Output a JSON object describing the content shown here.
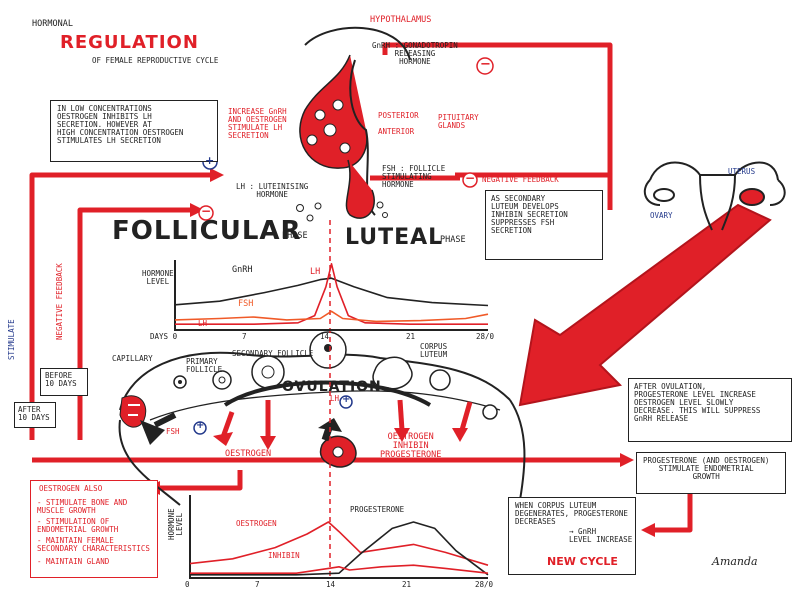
{
  "title": {
    "line1": "HORMONAL",
    "line2": "REGULATION",
    "line3": "OF FEMALE REPRODUCTIVE CYCLE"
  },
  "brain": {
    "hypothalamus": "HYPOTHALAMUS",
    "gnrh": "GnRH : GONADOTROPIN\nRELEASING\nHORMONE",
    "posterior": "POSTERIOR",
    "anterior": "ANTERIOR",
    "pituitary": "PITUITARY\nGLANDS",
    "fsh": "FSH : FOLLICLE\nSTIMULATING\nHORMONE",
    "lh": "LH : LUTEINISING\nHORMONE"
  },
  "notes": {
    "low_conc": "IN LOW CONCENTRATIONS\nOESTROGEN INHIBITS LH\nSECRETION. HOWEVER AT\nHIGH CONCENTRATION OESTROGEN\nSTIMULATES LH SECRETION",
    "increase_gnrh": "INCREASE GnRH\nAND OESTROGEN\nSTIMULATE LH\nSECRETION",
    "neg_feedback_title": "NEGATIVE FEEDBACK",
    "neg_feedback_body": "AS SECONDARY\nLUTEUM DEVELOPS\nINHIBIN SECRETION\nSUPPRESSES FSH\nSECRETION",
    "after_ovulation": "AFTER OVULATION,\nPROGESTERONE LEVEL INCREASE\nOESTROGEN LEVEL SLOWLY\nDECREASE. THIS WILL SUPPRESS\nGnRH RELEASE",
    "progesterone_stim": "PROGESTERONE (AND OESTROGEN)\nSTIMULATE ENDOMETRIAL\nGROWTH",
    "oestrogen_also_title": "OESTROGEN ALSO",
    "oestrogen_also_items": [
      "- STIMULATE BONE AND\n  MUSCLE GROWTH",
      "- STIMULATION OF\n  ENDOMETRIAL GROWTH",
      "- MAINTAIN FEMALE\n  SECONDARY CHARACTERISTICS",
      "- MAINTAIN GLAND"
    ],
    "corpus_degenerates": "WHEN CORPUS LUTEUM\nDEGENERATES, PROGESTERONE\nDECREASES",
    "gnrh_level": "→ GnRH\nLEVEL INCREASE",
    "new_cycle": "NEW CYCLE",
    "before_10": "BEFORE\n10 DAYS",
    "after_10": "AFTER\n10 DAYS",
    "stimulate_side": "STIMULATE",
    "neg_feedback_side": "NEGATIVE FEEDBACK",
    "signature": "Amanda"
  },
  "uterus": {
    "uterus": "UTERUS",
    "ovary": "OVARY"
  },
  "phases": {
    "follicular": "FOLLICULAR",
    "follicular_suffix": "PHASE",
    "luteal": "LUTEAL",
    "luteal_suffix": "PHASE"
  },
  "ovary_labels": {
    "capillary": "CAPILLARY",
    "primary": "PRIMARY\nFOLLICLE",
    "secondary": "SECONDARY FOLLICLE",
    "corpus": "CORPUS\nLUTEUM",
    "ovulation": "OVULATION",
    "oestrogen": "OESTROGEN",
    "oestrogen_inhibin_prog": "OESTROGEN\nINHIBIN\nPROGESTERONE",
    "fsh": "FSH",
    "lh": "LH"
  },
  "signs": {
    "plus": "+",
    "minus": "−"
  },
  "chart_data": [
    {
      "type": "line",
      "ylabel": "HORMONE\nLEVEL",
      "x_ticks": [
        "DAYS 0",
        "7",
        "14",
        "21",
        "28/0"
      ],
      "xlim": [
        0,
        28
      ],
      "series": [
        {
          "name": "GnRH",
          "color": "#222222",
          "x": [
            0,
            4,
            8,
            11,
            13,
            14,
            16,
            19,
            23,
            28
          ],
          "y": [
            35,
            40,
            52,
            62,
            70,
            72,
            60,
            45,
            38,
            34
          ]
        },
        {
          "name": "LH",
          "color": "#e02028",
          "x": [
            0,
            7,
            11,
            12.5,
            13.5,
            14,
            14.5,
            15.5,
            17,
            21,
            28
          ],
          "y": [
            8,
            8,
            10,
            20,
            60,
            92,
            60,
            20,
            10,
            8,
            8
          ]
        },
        {
          "name": "FSH",
          "color": "#f05a28",
          "x": [
            0,
            4,
            7,
            10,
            13,
            14,
            15,
            18,
            22,
            26,
            28
          ],
          "y": [
            14,
            16,
            18,
            14,
            16,
            26,
            16,
            12,
            13,
            16,
            22
          ]
        }
      ]
    },
    {
      "type": "line",
      "ylabel": "HORMONE\nLEVEL",
      "x_ticks": [
        "0",
        "7",
        "14",
        "21",
        "28/0"
      ],
      "xlim": [
        0,
        28
      ],
      "series": [
        {
          "name": "OESTROGEN",
          "color": "#e02028",
          "x": [
            0,
            4,
            8,
            11,
            13,
            14,
            16,
            18,
            21,
            24,
            28
          ],
          "y": [
            18,
            24,
            38,
            55,
            70,
            58,
            32,
            36,
            42,
            32,
            16
          ]
        },
        {
          "name": "PROGESTERONE",
          "color": "#222222",
          "x": [
            0,
            10,
            14,
            16,
            19,
            21,
            23,
            25,
            28
          ],
          "y": [
            4,
            4,
            6,
            30,
            62,
            70,
            62,
            34,
            4
          ]
        },
        {
          "name": "INHIBIN",
          "color": "#e02028",
          "x": [
            0,
            10,
            13,
            14,
            15,
            18,
            21,
            24,
            28
          ],
          "y": [
            6,
            6,
            12,
            14,
            10,
            14,
            16,
            12,
            6
          ]
        }
      ]
    }
  ]
}
